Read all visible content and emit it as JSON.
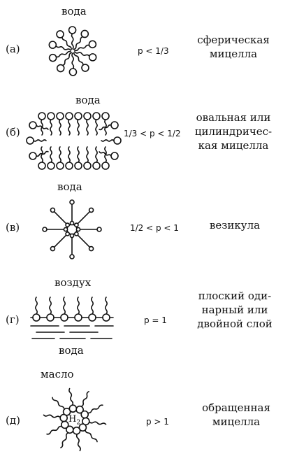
{
  "rows": [
    {
      "label": "(а)",
      "medium_top": "вода",
      "condition": "p < 1/3",
      "description": [
        "сферическая",
        "мицелла"
      ]
    },
    {
      "label": "(б)",
      "medium_top": "вода",
      "condition": "1/3 < p < 1/2",
      "description": [
        "овальная или",
        "цилиндричес-",
        "кая мицелла"
      ]
    },
    {
      "label": "(в)",
      "medium_top": "вода",
      "condition": "1/2 < p < 1",
      "description": [
        "везикула"
      ]
    },
    {
      "label": "(г)",
      "medium_top": "воздух",
      "medium_bottom": "вода",
      "condition": "p = 1",
      "description": [
        "плоский оди-",
        "нарный или",
        "двойной слой"
      ]
    },
    {
      "label": "(д)",
      "medium_top": "масло",
      "center_label": "H",
      "center_subscript": "2",
      "condition": "p > 1",
      "description": [
        "обращенная",
        "мицелла"
      ]
    }
  ]
}
